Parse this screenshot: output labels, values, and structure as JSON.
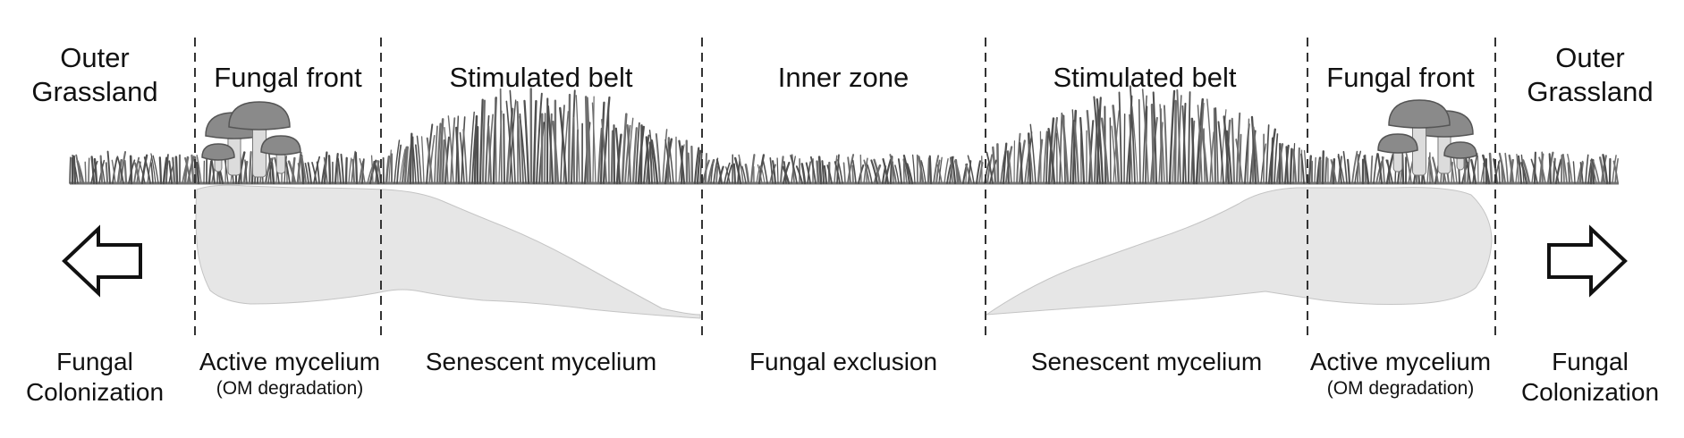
{
  "zones_top": {
    "outer_left": [
      "Outer",
      "Grassland"
    ],
    "front_left": "Fungal front",
    "belt_left": "Stimulated belt",
    "inner": "Inner zone",
    "belt_right": "Stimulated belt",
    "front_right": "Fungal front",
    "outer_right": [
      "Outer",
      "Grassland"
    ]
  },
  "zones_bottom": {
    "colonization_left": [
      "Fungal",
      "Colonization"
    ],
    "active_left": "Active mycelium",
    "active_left_sub": "(OM degradation)",
    "senescent_left": "Senescent mycelium",
    "exclusion": "Fungal exclusion",
    "senescent_right": "Senescent mycelium",
    "active_right": "Active mycelium",
    "active_right_sub": "(OM degradation)",
    "colonization_right": [
      "Fungal",
      "Colonization"
    ]
  },
  "icons": {
    "left_arrow": "arrow-left-icon",
    "right_arrow": "arrow-right-icon",
    "mushroom": "mushroom-icon",
    "grass": "grass-icon"
  },
  "colors": {
    "grass": "#6e6e6e",
    "grass_dark": "#4f4f4f",
    "mycelium": "#e6e6e6",
    "mushroom_cap": "#8a8a8a",
    "mushroom_stem": "#dcdcdc",
    "divider": "#333333"
  }
}
